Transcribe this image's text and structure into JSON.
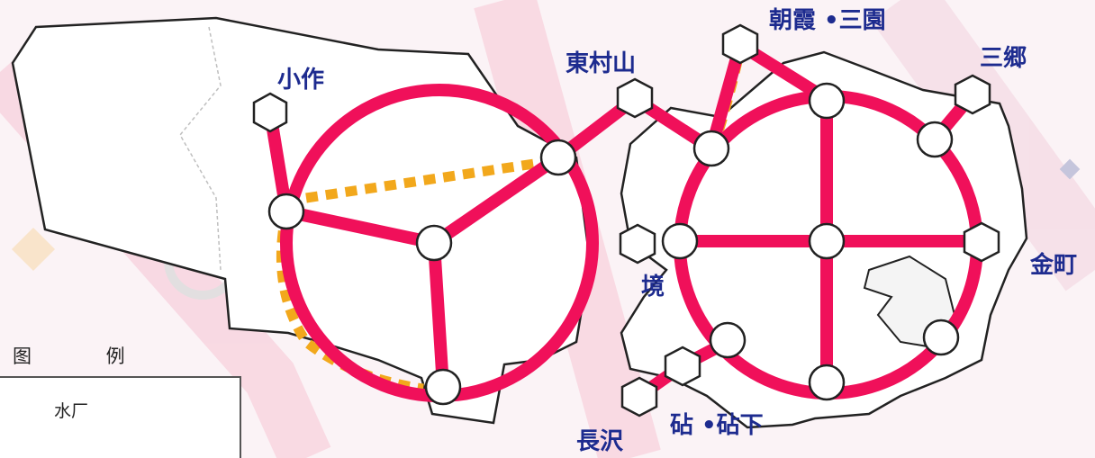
{
  "map": {
    "places": {
      "kosaku": "小作",
      "higashimurayama": "東村山",
      "asaka_sanen": "朝霞 •三園",
      "misato": "三郷",
      "kanamachi": "金町",
      "sakai": "境",
      "kinuta": "砧 •砧下",
      "nagasawa": "長沢"
    },
    "legend": {
      "title": "图 例",
      "items": [
        "水厂"
      ]
    },
    "colors": {
      "main_line": "#f0105a",
      "sub_line": "#f2a81c",
      "label": "#1d2b8f",
      "region_fill": "#ffffff",
      "region_stroke": "#222222"
    }
  }
}
